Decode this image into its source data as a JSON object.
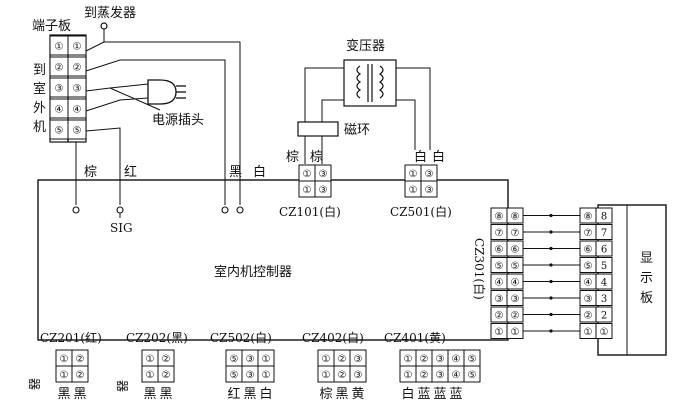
{
  "terminal_board": {
    "title": "端子板",
    "side_label": [
      "到",
      "室",
      "外",
      "机"
    ],
    "rows": [
      {
        "left": "①",
        "right": "①"
      },
      {
        "left": "②",
        "right": "②"
      },
      {
        "left": "③",
        "right": "③"
      },
      {
        "left": "④",
        "right": "④"
      },
      {
        "left": "⑤",
        "right": "⑤"
      }
    ]
  },
  "evaporator_label": "到蒸发器",
  "plug_label": "电源插头",
  "transformer_label": "变压器",
  "ring_label": "磁环",
  "controller_label": "室内机控制器",
  "display_label": [
    "显",
    "示",
    "板"
  ],
  "wire_top": {
    "brown1": "棕",
    "red": "红",
    "black": "黑",
    "white": "白"
  },
  "sig_label": "SIG",
  "cz101": {
    "label": "CZ101(白)",
    "wires": [
      "棕",
      "棕"
    ],
    "cells": [
      [
        "①",
        "③"
      ],
      [
        "①",
        "③"
      ]
    ]
  },
  "cz501": {
    "label": "CZ501(白)",
    "wires": [
      "白",
      "白"
    ],
    "cells": [
      [
        "①",
        "③"
      ],
      [
        "①",
        "③"
      ]
    ]
  },
  "cz301": {
    "label": "CZ301(白)",
    "rows": [
      [
        "⑧",
        "⑧"
      ],
      [
        "⑦",
        "⑦"
      ],
      [
        "⑥",
        "⑥"
      ],
      [
        "⑤",
        "⑤"
      ],
      [
        "④",
        "④"
      ],
      [
        "③",
        "③"
      ],
      [
        "②",
        "②"
      ],
      [
        "①",
        "①"
      ]
    ],
    "display_rows": [
      [
        "⑧",
        "8"
      ],
      [
        "⑦",
        "7"
      ],
      [
        "⑥",
        "6"
      ],
      [
        "⑤",
        "5"
      ],
      [
        "④",
        "4"
      ],
      [
        "③",
        "3"
      ],
      [
        "②",
        "2"
      ],
      [
        "①",
        "①"
      ]
    ]
  },
  "bottom_connectors": [
    {
      "label": "CZ201(红)",
      "cells": [
        "①",
        "②"
      ],
      "wires": [
        "黑",
        "黑"
      ]
    },
    {
      "label": "CZ202(黑)",
      "cells": [
        "①",
        "②"
      ],
      "wires": [
        "黑",
        "黑"
      ]
    },
    {
      "label": "CZ502(白)",
      "cells": [
        "⑤",
        "③",
        "①"
      ],
      "wires": [
        "红",
        "黑",
        "白"
      ]
    },
    {
      "label": "CZ402(白)",
      "cells": [
        "①",
        "②",
        "③"
      ],
      "wires": [
        "棕",
        "黑",
        "黄"
      ]
    },
    {
      "label": "CZ401(黄)",
      "cells": [
        "①",
        "②",
        "③",
        "④",
        "⑤"
      ],
      "wires": [
        "白",
        "蓝",
        "蓝",
        "蓝",
        ""
      ]
    }
  ],
  "bottom_left_marks": [
    "器",
    "器"
  ]
}
